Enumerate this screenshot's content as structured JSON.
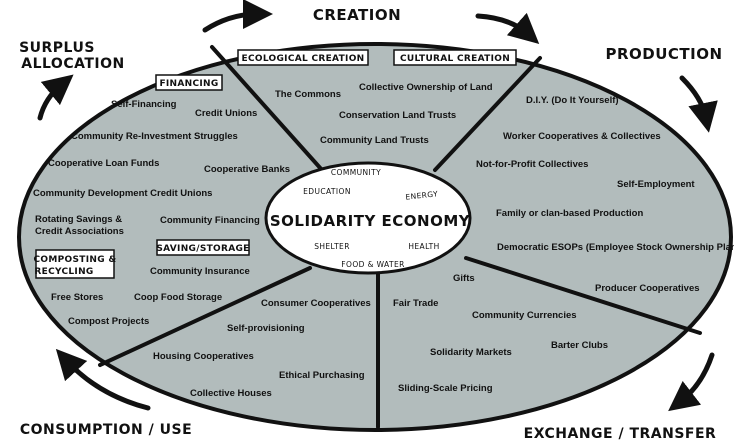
{
  "stages": {
    "creation": "CREATION",
    "production": "PRODUCTION",
    "exchange": "EXCHANGE / TRANSFER",
    "consumption": "CONSUMPTION / USE",
    "surplus_line1": "SURPLUS",
    "surplus_line2": "ALLOCATION"
  },
  "center": {
    "title": "SOLIDARITY ECONOMY",
    "items": {
      "community": "COMMUNITY",
      "education": "EDUCATION",
      "energy": "ENERGY",
      "shelter": "SHELTER",
      "health": "HEALTH",
      "food": "FOOD & WATER"
    }
  },
  "creation": {
    "ecological_label": "ECOLOGICAL CREATION",
    "cultural_label": "CULTURAL CREATION",
    "items": [
      "The Commons",
      "Collective Ownership of Land",
      "Conservation Land Trusts",
      "Community Land Trusts"
    ]
  },
  "production": {
    "items": [
      "D.I.Y. (Do It Yourself)",
      "Worker Cooperatives & Collectives",
      "Not-for-Profit Collectives",
      "Self-Employment",
      "Family or clan-based Production",
      "Democratic ESOPs (Employee Stock Ownership Plans)",
      "Producer Cooperatives"
    ]
  },
  "exchange": {
    "items": [
      "Gifts",
      "Fair Trade",
      "Community Currencies",
      "Barter Clubs",
      "Solidarity Markets",
      "Sliding-Scale Pricing"
    ]
  },
  "consumption": {
    "items": [
      "Consumer Cooperatives",
      "Self-provisioning",
      "Housing Cooperatives",
      "Ethical Purchasing",
      "Collective Houses"
    ]
  },
  "surplus": {
    "financing_label": "FINANCING",
    "financing_items": [
      "Self-Financing",
      "Credit Unions",
      "Community Re-Investment Struggles",
      "Cooperative Loan Funds",
      "Cooperative Banks",
      "Community Development Credit Unions",
      "Rotating Savings &",
      "Credit Associations",
      "Community Financing"
    ],
    "saving_label": "SAVING/STORAGE",
    "saving_items": [
      "Community Insurance",
      "Coop Food Storage"
    ],
    "composting_label_line1": "COMPOSTING &",
    "composting_label_line2": "RECYCLING",
    "composting_items": [
      "Free Stores",
      "Compost Projects"
    ]
  },
  "colors": {
    "ellipse_fill": "#b2bcbc",
    "outline": "#111111",
    "center_fill": "#ffffff",
    "box_fill": "#ffffff"
  }
}
